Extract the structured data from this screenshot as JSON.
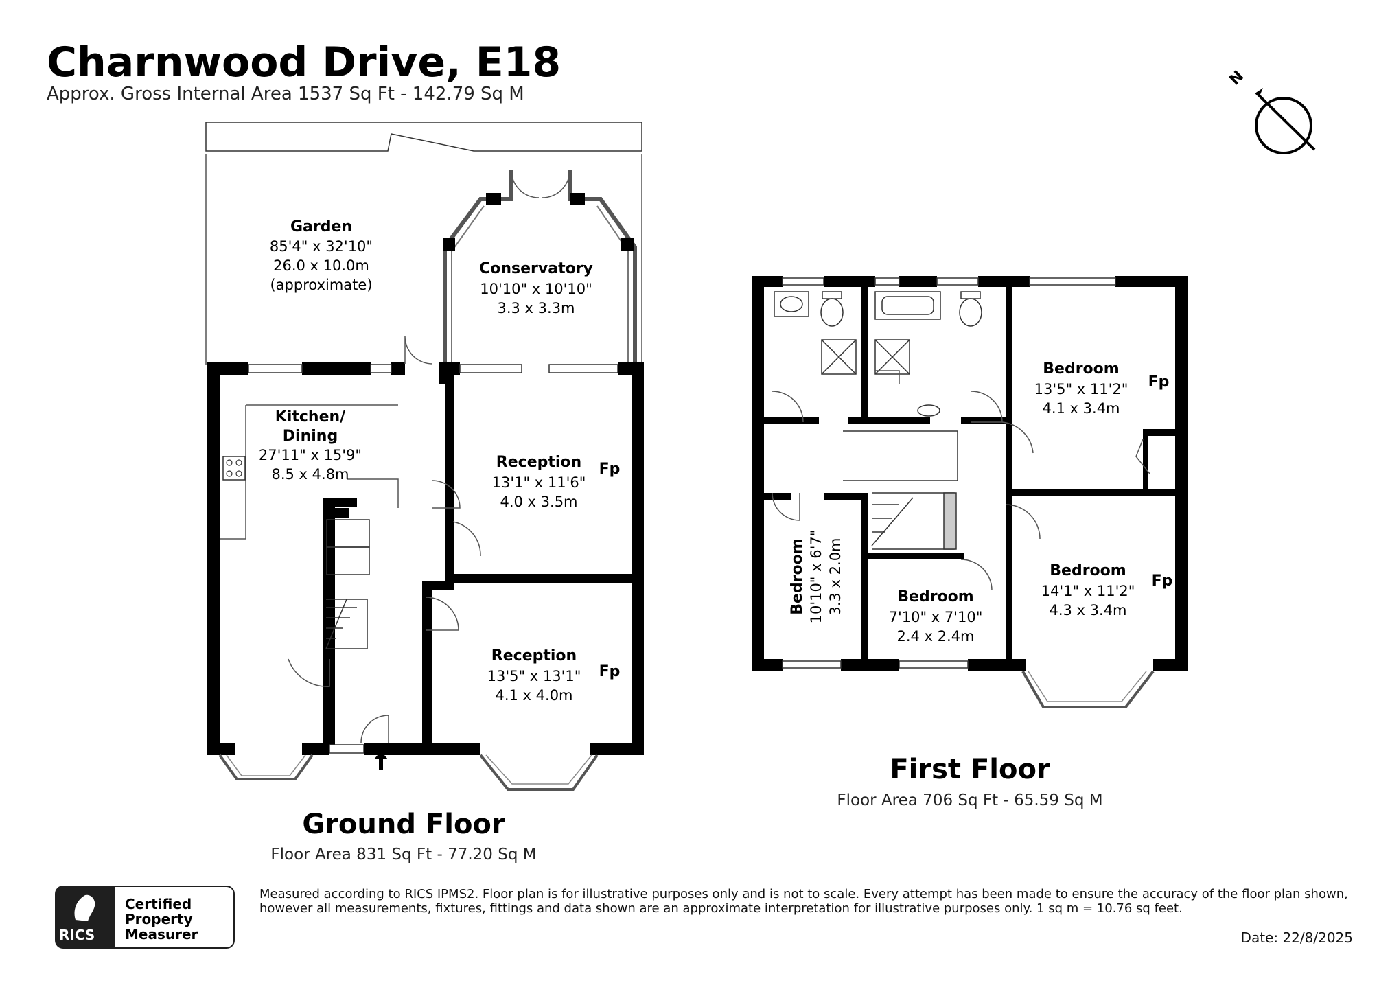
{
  "header": {
    "title": "Charnwood Drive, E18",
    "subtitle": "Approx. Gross Internal Area 1537 Sq Ft - 142.79 Sq M"
  },
  "ground_floor": {
    "title": "Ground Floor",
    "area": "Floor Area 831 Sq Ft - 77.20 Sq M",
    "rooms": [
      {
        "name": "Garden",
        "dims": [
          "85'4\" x 32'10\"",
          "26.0 x 10.0m",
          "(approximate)"
        ]
      },
      {
        "name": "Conservatory",
        "dims": [
          "10'10\" x 10'10\"",
          "3.3 x 3.3m"
        ]
      },
      {
        "name": "Kitchen/",
        "name2": "Dining",
        "dims": [
          "27'11\" x 15'9\"",
          "8.5 x 4.8m"
        ]
      },
      {
        "name": "Reception",
        "dims": [
          "13'1\" x 11'6\"",
          "4.0 x 3.5m"
        ]
      },
      {
        "name": "Reception",
        "dims": [
          "13'5\" x 13'1\"",
          "4.1 x 4.0m"
        ]
      }
    ]
  },
  "first_floor": {
    "title": "First Floor",
    "area": "Floor Area 706 Sq Ft - 65.59 Sq M",
    "rooms": [
      {
        "name": "Bedroom",
        "dims": [
          "13'5\" x 11'2\"",
          "4.1 x 3.4m"
        ]
      },
      {
        "name": "Bedroom",
        "dims": [
          "14'1\" x 11'2\"",
          "4.3 x 3.4m"
        ]
      },
      {
        "name": "Bedroom",
        "dims": [
          "7'10\" x 7'10\"",
          "2.4 x 2.4m"
        ]
      },
      {
        "name": "Bedroom",
        "dims": [
          "10'10\" x 6'7\"",
          "3.3 x 2.0m"
        ]
      }
    ]
  },
  "fireplace_label": "Fp",
  "compass_label": "N",
  "badge": {
    "org": "RICS",
    "line1": "Certified",
    "line2": "Property",
    "line3": "Measurer"
  },
  "disclaimer": "Measured according to RICS IPMS2. Floor plan is for illustrative purposes only and is not to scale. Every attempt has been made to ensure the accuracy of the floor plan shown, however all measurements, fixtures, fittings and data shown are an approximate interpretation for illustrative purposes only. 1 sq m = 10.76 sq feet.",
  "date": "Date: 22/8/2025"
}
